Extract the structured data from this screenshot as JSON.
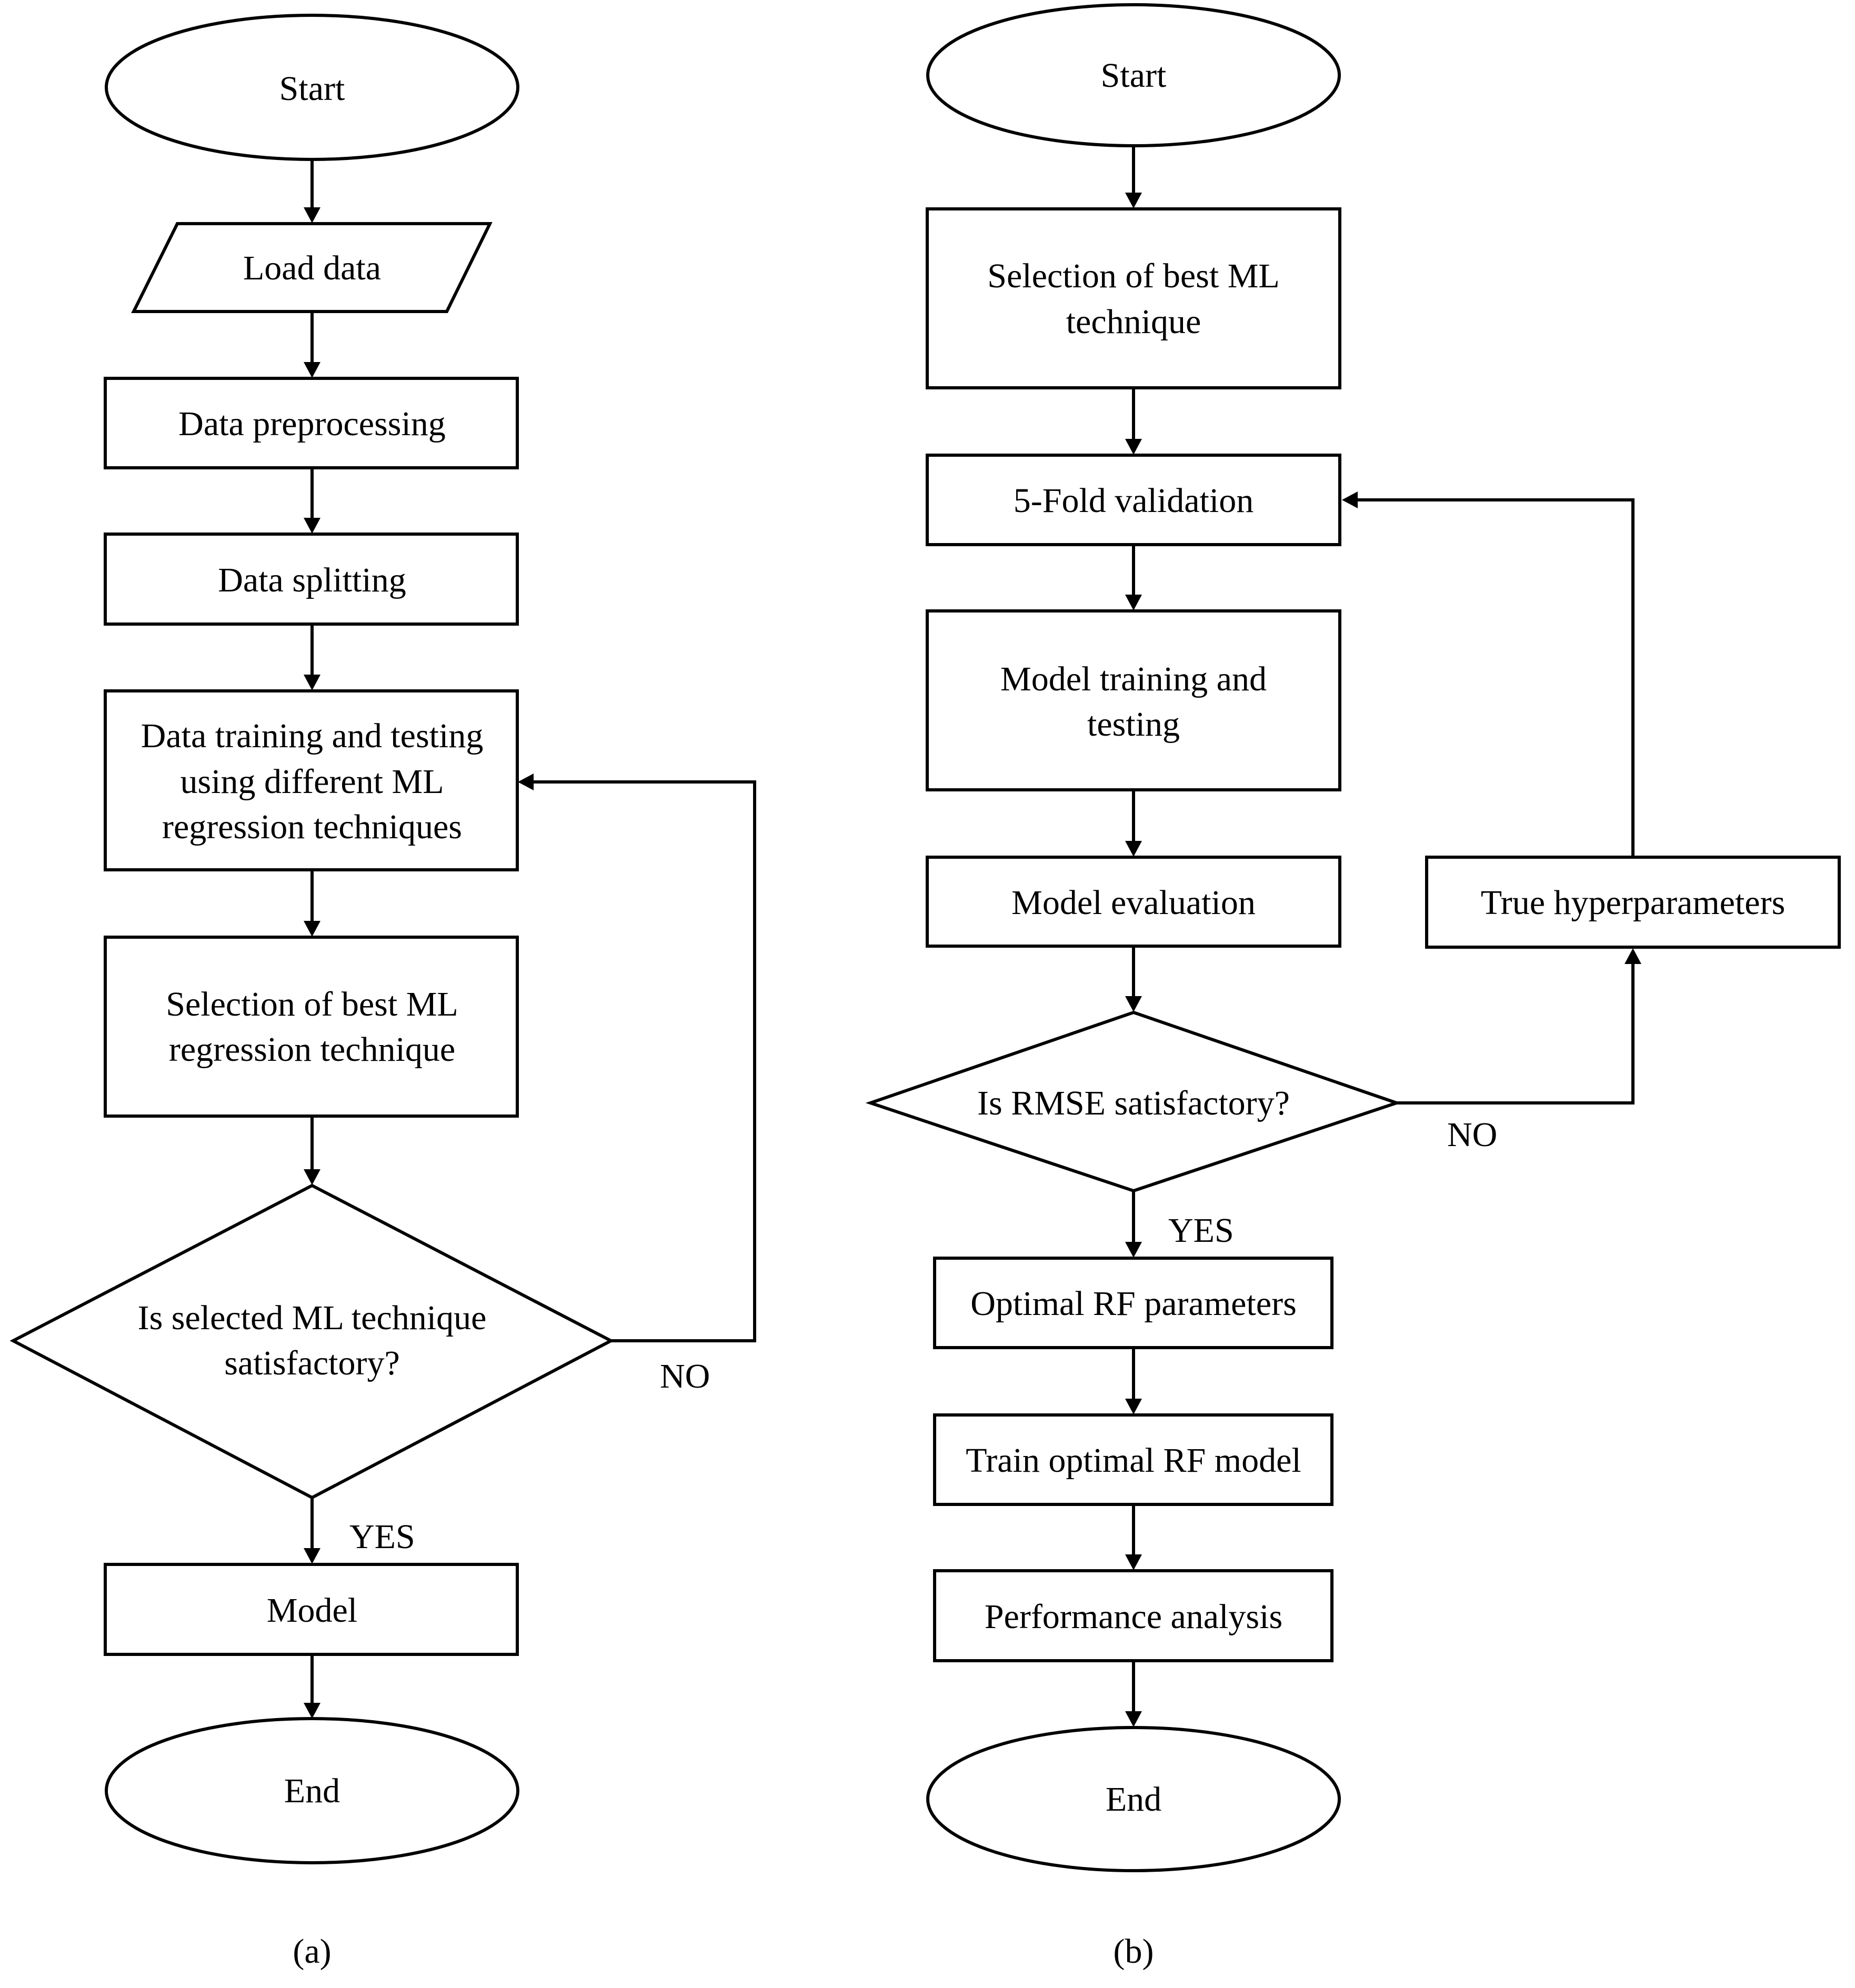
{
  "diagram_a": {
    "caption": "(a)",
    "start": "Start",
    "load_data": "Load data",
    "preprocessing": "Data preprocessing",
    "splitting": "Data splitting",
    "training": [
      "Data training and testing",
      "using different ML",
      "regression techniques"
    ],
    "selection": [
      "Selection of best ML",
      "regression technique"
    ],
    "decision": [
      "Is selected ML technique",
      "satisfactory?"
    ],
    "no_label": "NO",
    "yes_label": "YES",
    "model": "Model",
    "end": "End"
  },
  "diagram_b": {
    "caption": "(b)",
    "start": "Start",
    "selection": [
      "Selection of best ML",
      "technique"
    ],
    "validation": "5-Fold validation",
    "training": [
      "Model training and",
      "testing"
    ],
    "evaluation": "Model evaluation",
    "hyperparameters": "True hyperparameters",
    "decision": "Is RMSE satisfactory?",
    "no_label": "NO",
    "yes_label": "YES",
    "optimal_params": "Optimal RF parameters",
    "train_optimal": "Train optimal RF model",
    "performance": "Performance analysis",
    "end": "End"
  }
}
